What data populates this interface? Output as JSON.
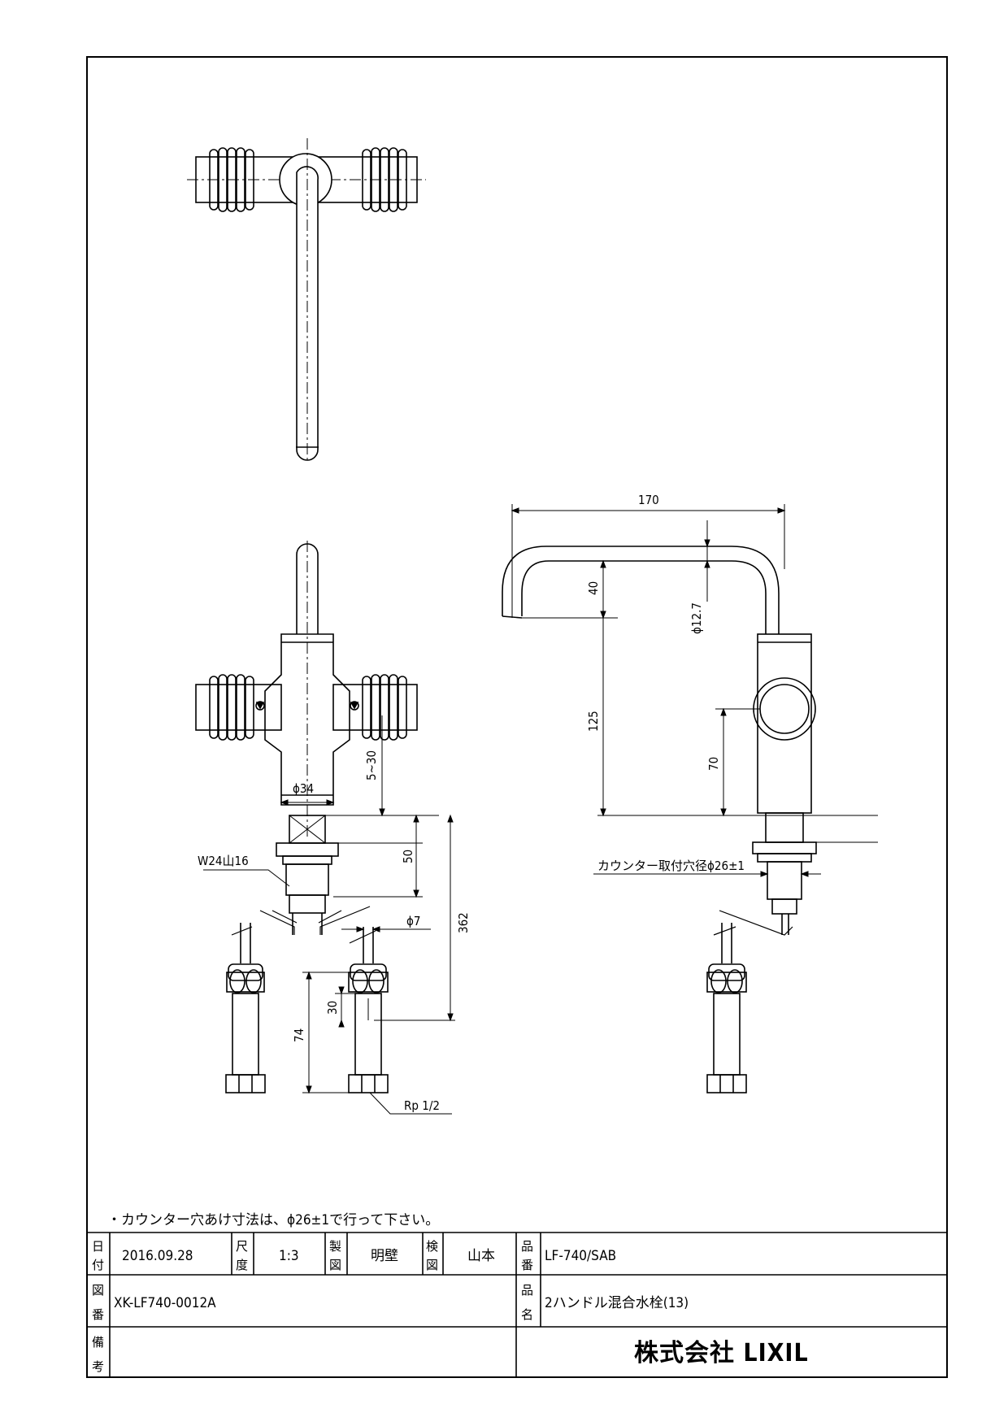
{
  "drawing": {
    "dimensions": {
      "top_width": "170",
      "spout_drop": "40",
      "pipe_dia": "ϕ12.7",
      "spout_height": "125",
      "handle_height": "70",
      "body_dia": "ϕ34",
      "adjust_range": "5~30",
      "shank_length": "50",
      "thread": "W24山16",
      "hose_dia": "ϕ7",
      "total_length": "362",
      "connector_length": "74",
      "nut_length": "30",
      "pipe_thread": "Rp 1/2",
      "counter_hole": "カウンター取付穴径ϕ26±1"
    },
    "note": "・カウンター穴あけ寸法は、ϕ26±1で行って下さい。"
  },
  "title_block": {
    "date_label_1": "日",
    "date_label_2": "付",
    "date_value": "2016.09.28",
    "scale_label_1": "尺",
    "scale_label_2": "度",
    "scale_value": "1:3",
    "drafter_label_1": "製",
    "drafter_label_2": "図",
    "drafter_value": "明壁",
    "checker_label_1": "検",
    "checker_label_2": "図",
    "checker_value": "山本",
    "product_no_label_1": "品",
    "product_no_label_2": "番",
    "product_no_value": "LF-740/SAB",
    "drawing_no_label_1": "図",
    "drawing_no_label_2": "番",
    "drawing_no_value": "XK-LF740-0012A",
    "product_name_label_1": "品",
    "product_name_label_2": "名",
    "product_name_value": "2ハンドル混合水栓(13)",
    "remarks_label_1": "備",
    "remarks_label_2": "考",
    "company": "株式会社 LIXIL"
  }
}
